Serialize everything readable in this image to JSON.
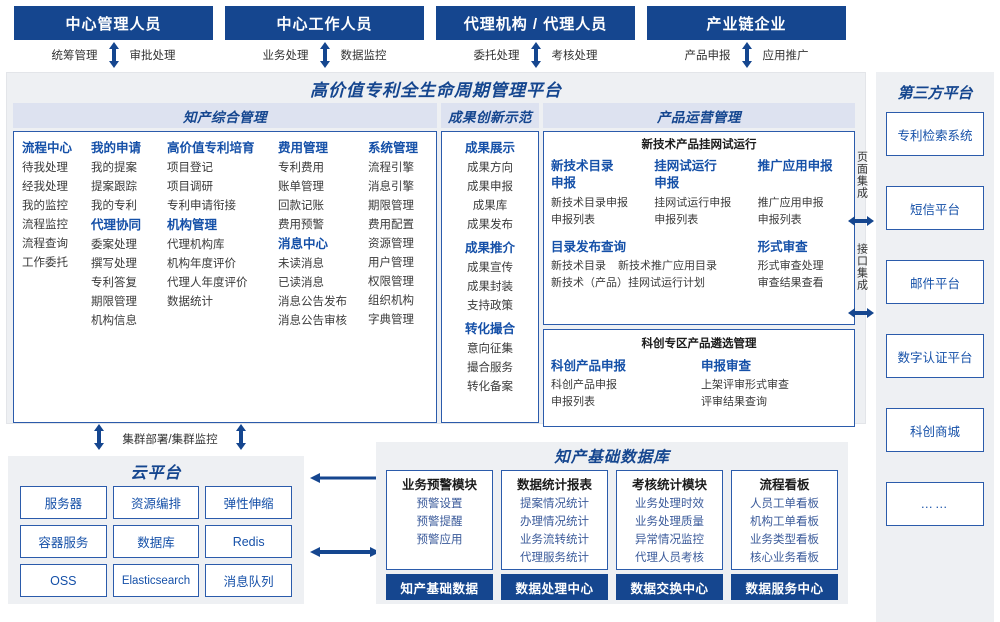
{
  "actors": [
    {
      "title": "中心管理人员",
      "left_flow": "统筹管理",
      "right_flow": "审批处理",
      "arrow": "bidirectional-vertical-arrow"
    },
    {
      "title": "中心工作人员",
      "left_flow": "业务处理",
      "right_flow": "数据监控",
      "arrow": "bidirectional-vertical-arrow"
    },
    {
      "title": "代理机构 / 代理人员",
      "left_flow": "委托处理",
      "right_flow": "考核处理",
      "arrow": "bidirectional-vertical-arrow"
    },
    {
      "title": "产业链企业",
      "left_flow": "产品申报",
      "right_flow": "应用推广",
      "arrow": "bidirectional-vertical-arrow"
    }
  ],
  "platform": {
    "title": "高价值专利全生命周期管理平台",
    "sections": {
      "ip_mgmt": {
        "title": "知产综合管理",
        "columns": [
          {
            "groups": [
              {
                "header": "流程中心",
                "items": [
                  "待我处理",
                  "经我处理",
                  "我的监控",
                  "流程监控",
                  "流程查询",
                  "工作委托"
                ]
              }
            ]
          },
          {
            "groups": [
              {
                "header": "我的申请",
                "items": [
                  "我的提案",
                  "提案跟踪",
                  "我的专利"
                ]
              },
              {
                "header": "代理协同",
                "items": [
                  "委案处理",
                  "撰写处理",
                  "专利答复",
                  "期限管理",
                  "机构信息"
                ]
              }
            ]
          },
          {
            "groups": [
              {
                "header": "高价值专利培育",
                "items": [
                  "项目登记",
                  "项目调研",
                  "专利申请衔接"
                ]
              },
              {
                "header": "机构管理",
                "items": [
                  "代理机构库",
                  "机构年度评价",
                  "代理人年度评价",
                  "数据统计"
                ]
              }
            ]
          },
          {
            "groups": [
              {
                "header": "费用管理",
                "items": [
                  "专利费用",
                  "账单管理",
                  "回款记账",
                  "费用预警"
                ]
              },
              {
                "header": "消息中心",
                "items": [
                  "未读消息",
                  "已读消息",
                  "消息公告发布",
                  "消息公告审核"
                ]
              }
            ]
          },
          {
            "groups": [
              {
                "header": "系统管理",
                "items": [
                  "流程引擎",
                  "消息引擎",
                  "期限管理",
                  "费用配置",
                  "资源管理",
                  "用户管理",
                  "权限管理",
                  "组织机构",
                  "字典管理"
                ]
              }
            ]
          }
        ]
      },
      "achievement": {
        "title": "成果创新示范",
        "groups": [
          {
            "header": "成果展示",
            "items": [
              "成果方向",
              "成果申报",
              "成果库",
              "成果发布"
            ]
          },
          {
            "header": "成果推介",
            "items": [
              "成果宣传",
              "成果封装",
              "支持政策"
            ]
          },
          {
            "header": "转化撮合",
            "items": [
              "意向征集",
              "撮合服务",
              "转化备案"
            ]
          }
        ]
      },
      "product_ops": {
        "title": "产品运营管理",
        "block_a": {
          "title": "新技术产品挂网试运行",
          "row1": [
            {
              "header": "新技术目录申报",
              "items": [
                "新技术目录申报",
                "申报列表"
              ]
            },
            {
              "header": "挂网试运行申报",
              "items": [
                "挂网试运行申报",
                "申报列表"
              ]
            },
            {
              "header": "推广应用申报",
              "items": [
                "推广应用申报",
                "申报列表"
              ]
            }
          ],
          "row2_left": {
            "header": "目录发布查询",
            "line1a": "新技术目录",
            "line1b": "新技术推广应用目录",
            "line2": "新技术（产品）挂网试运行计划"
          },
          "row2_right": {
            "header": "形式审查",
            "items": [
              "形式审查处理",
              "审查结果查看"
            ]
          }
        },
        "block_b": {
          "title": "科创专区产品遴选管理",
          "columns": [
            {
              "header": "科创产品申报",
              "items": [
                "科创产品申报",
                "申报列表"
              ]
            },
            {
              "header": "申报审查",
              "items": [
                "上架评审形式审查",
                "评审结果查询"
              ]
            }
          ]
        }
      }
    }
  },
  "integration": {
    "page_integration": "页面集成",
    "api_integration": "接口集成",
    "arrow": "bidirectional-horizontal-arrow"
  },
  "third_party": {
    "title": "第三方平台",
    "items": [
      "专利检索系统",
      "短信平台",
      "邮件平台",
      "数字认证平台",
      "科创商城",
      "……"
    ]
  },
  "cloud": {
    "cluster_label": "集群部署/集群监控",
    "title": "云平台",
    "cells": [
      "服务器",
      "资源编排",
      "弹性伸缩",
      "容器服务",
      "数据库",
      "Redis",
      "OSS",
      "Elasticsearch",
      "消息队列"
    ]
  },
  "database": {
    "title": "知产基础数据库",
    "columns": [
      {
        "header": "业务预警模块",
        "items": [
          "预警设置",
          "预警提醒",
          "预警应用"
        ],
        "footer": "知产基础数据"
      },
      {
        "header": "数据统计报表",
        "items": [
          "提案情况统计",
          "办理情况统计",
          "业务流转统计",
          "代理服务统计"
        ],
        "footer": "数据处理中心"
      },
      {
        "header": "考核统计模块",
        "items": [
          "业务处理时效",
          "业务处理质量",
          "异常情况监控",
          "代理人员考核"
        ],
        "footer": "数据交换中心"
      },
      {
        "header": "流程看板",
        "items": [
          "人员工单看板",
          "机构工单看板",
          "业务类型看板",
          "核心业务看板"
        ],
        "footer": "数据服务中心"
      }
    ]
  },
  "colors": {
    "brand_dark": "#15468f",
    "brand_mid": "#2b5bab",
    "brand_link": "#1550a8",
    "panel_grey": "#eef0f3",
    "band_blue": "#dde2f0"
  }
}
